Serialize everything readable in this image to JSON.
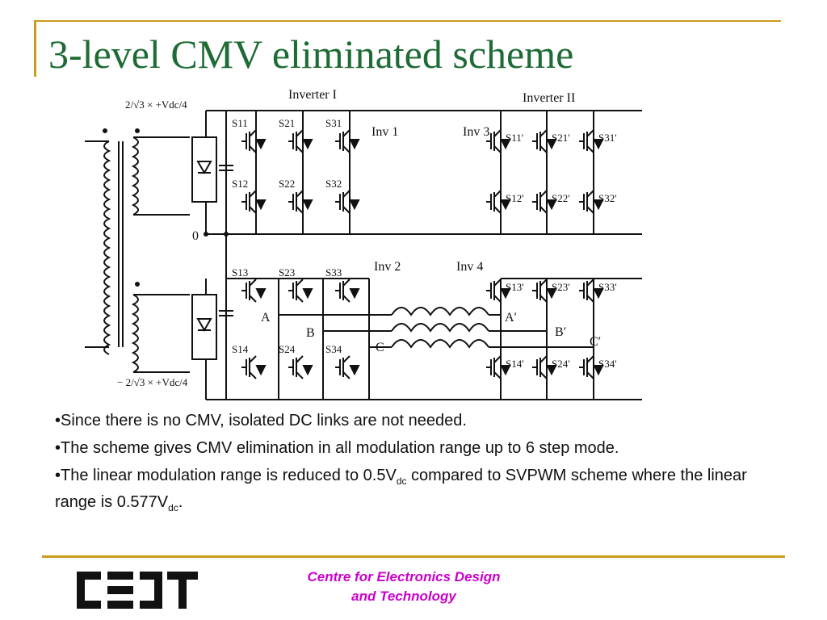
{
  "title": "3-level CMV eliminated scheme",
  "diagram": {
    "inverter_1_label": "Inverter I",
    "inverter_2_label": "Inverter II",
    "inv_labels": [
      "Inv 1",
      "Inv 2",
      "Inv 3",
      "Inv 4"
    ],
    "switches_left": [
      "S11",
      "S21",
      "S31",
      "S12",
      "S22",
      "S32",
      "S13",
      "S23",
      "S33",
      "S14",
      "S24",
      "S34"
    ],
    "switches_right": [
      "S11'",
      "S21'",
      "S31'",
      "S12'",
      "S22'",
      "S32'",
      "S13'",
      "S23'",
      "S33'",
      "S14'",
      "S24'",
      "S34'"
    ],
    "node_labels": [
      "0",
      "A",
      "B",
      "C",
      "A′",
      "B′",
      "C′"
    ],
    "supply_top": "2/√3 × +Vdc/4",
    "supply_bottom": "− 2/√3 × +Vdc/4"
  },
  "bullets": [
    {
      "text": "•Since there is no CMV, isolated DC links are not needed."
    },
    {
      "text": "•The scheme gives CMV elimination in all modulation range up to 6 step mode."
    },
    {
      "pre": "•The linear modulation  range is reduced to 0.5V",
      "sub1": "dc",
      "mid": " compared to SVPWM scheme where the linear range is 0.577V",
      "sub2": "dc",
      "post": "."
    }
  ],
  "footer": {
    "line1": "Centre for Electronics Design",
    "line2": "and Technology",
    "logo_text": "CEDT"
  },
  "colors": {
    "title": "#1e6b35",
    "accent_rule": "#cc9a1c",
    "footer_text": "#cc00cc"
  }
}
